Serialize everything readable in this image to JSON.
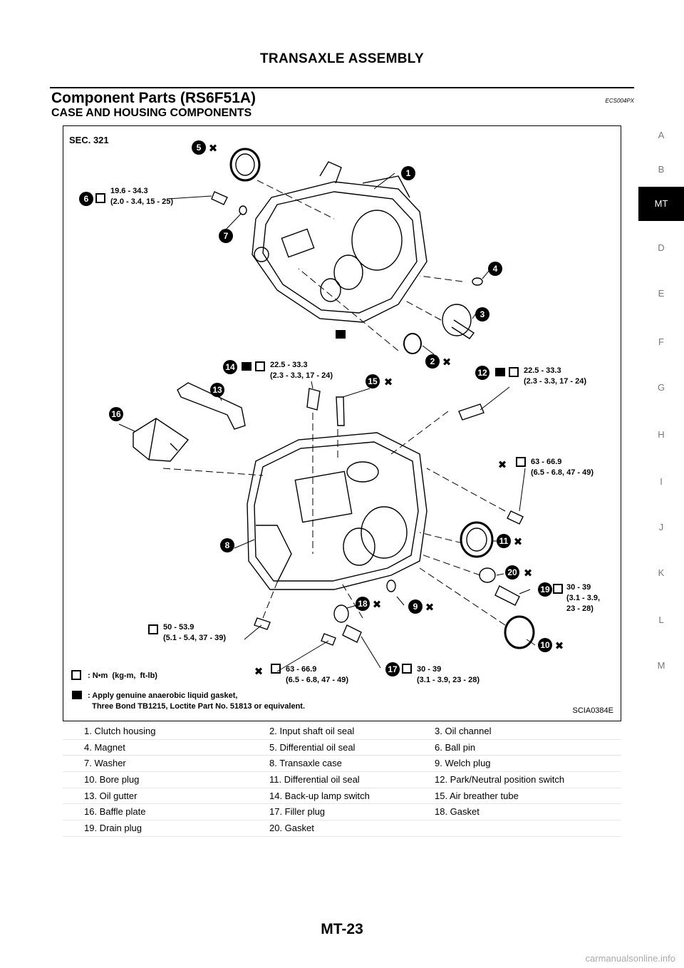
{
  "header": {
    "title": "TRANSAXLE ASSEMBLY"
  },
  "section": {
    "title": "Component Parts (RS6F51A)",
    "code": "ECS004PX",
    "subtitle": "CASE AND HOUSING COMPONENTS"
  },
  "side_index": {
    "letters": [
      "A",
      "B",
      "MT",
      "D",
      "E",
      "F",
      "G",
      "H",
      "I",
      "J",
      "K",
      "L",
      "M"
    ],
    "active": "MT"
  },
  "figure": {
    "sec": "SEC. 321",
    "code": "SCIA0384E",
    "torque_labels": [
      "19.6 - 34.3\n(2.0 - 3.4, 15 - 25)",
      "22.5 - 33.3\n(2.3 - 3.3, 17 - 24)",
      "22.5 - 33.3\n(2.3 - 3.3, 17 - 24)",
      "63 - 66.9\n(6.5 - 6.8, 47 - 49)",
      "30 - 39\n(3.1 - 3.9,\n23 - 28)",
      "50 - 53.9\n(5.1 - 5.4, 37 - 39)",
      "63 - 66.9\n(6.5 - 6.8, 47 - 49)",
      "30 - 39\n(3.1 - 3.9, 23 - 28)"
    ],
    "callouts": [
      "5",
      "6",
      "1",
      "7",
      "4",
      "3",
      "2",
      "14",
      "15",
      "12",
      "13",
      "16",
      "8",
      "11",
      "20",
      "19",
      "18",
      "9",
      "17",
      "10"
    ],
    "legend": [
      ": N•m  (kg-m,  ft-lb)",
      ": Apply genuine anaerobic liquid gasket,\n  Three Bond TB1215, Loctite Part No. 51813 or equivalent."
    ]
  },
  "parts": [
    [
      "1.  Clutch housing",
      "2.  Input shaft oil seal",
      "3.  Oil channel"
    ],
    [
      "4.  Magnet",
      "5.  Differential oil seal",
      "6.  Ball pin"
    ],
    [
      "7.  Washer",
      "8.  Transaxle case",
      "9.  Welch plug"
    ],
    [
      "10.  Bore plug",
      "11.  Differential oil seal",
      "12.  Park/Neutral position switch"
    ],
    [
      "13.  Oil gutter",
      "14.  Back-up lamp switch",
      "15.  Air breather tube"
    ],
    [
      "16.  Baffle plate",
      "17.  Filler plug",
      "18.  Gasket"
    ],
    [
      "19.  Drain plug",
      "20.  Gasket",
      ""
    ]
  ],
  "footer": {
    "page": "MT-23",
    "watermark": "carmanualsonline.info"
  }
}
